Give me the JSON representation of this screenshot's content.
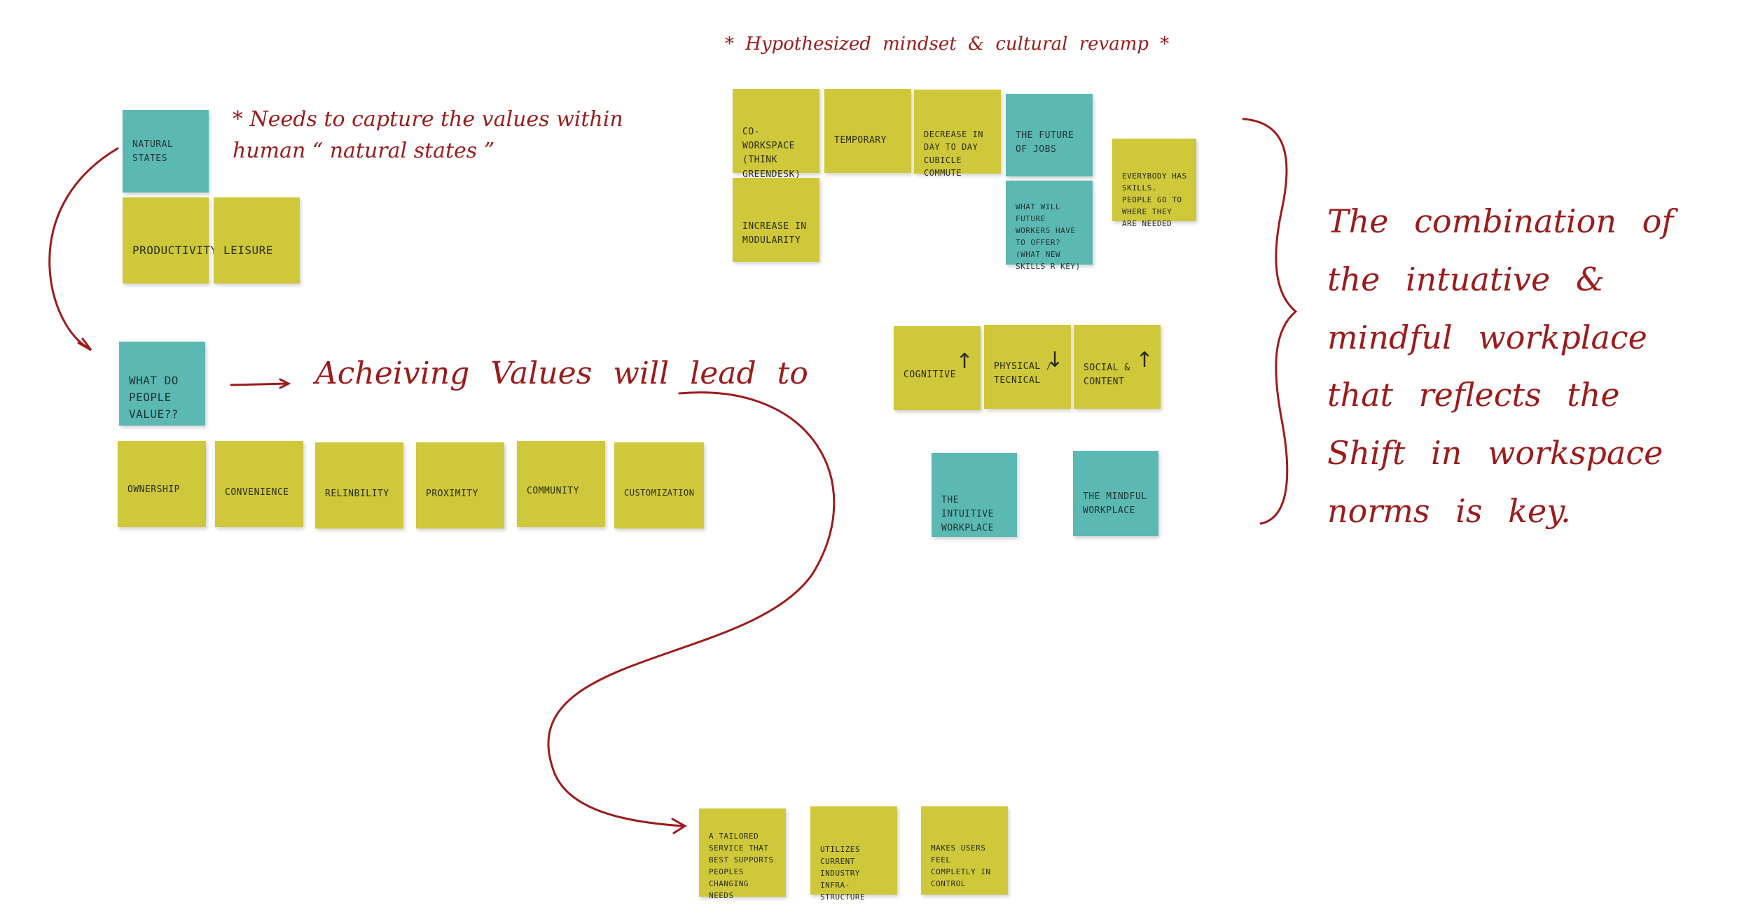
{
  "colors": {
    "yellow_note": "#cfc83a",
    "teal_note": "#5cb8b2",
    "ink": "#9b1c1c",
    "background": "#ffffff"
  },
  "annotations": {
    "natural_states_note": "* Needs to capture the values within human “ natural states ”",
    "achieving_values": "Acheiving Values will lead to",
    "hypothesized_title": "* Hypothesized mindset & cultural revamp *",
    "combination_statement": "The combination of the intuative & mindful workplace that reflects the Shift in workspace norms is key."
  },
  "values_section": {
    "natural_states": "NATURAL STATES",
    "productivity": "PRODUCTIVITY",
    "leisure": "LEISURE",
    "what_do_people_value": "WHAT DO PEOPLE VALUE??",
    "values": [
      "OWNERSHIP",
      "CONVENIENCE",
      "RELINBILITY",
      "PROXIMITY",
      "COMMUNITY",
      "CUSTOMIZATION"
    ]
  },
  "mindset_section": {
    "co_workspace": "CO-WORKSPACE (think greendesk)",
    "temporary": "TEMPORARY",
    "decrease_commute": "DECREASE IN DAY TO DAY CUBICLE COMMUTE",
    "future_of_jobs": "THE FUTURE OF JOBS",
    "everybody_has_skills": "EVERYBODY HAS SKILLS. PEOPLE GO TO WHERE THEY ARE NEEDED",
    "increase_modularity": "INCREASE IN MODULARITY",
    "future_workers_offer": "WHAT WILL FUTURE WORKERS HAVE TO OFFER? (what new skills r key)"
  },
  "workplace_section": {
    "cognitive": "COGNITIVE",
    "cognitive_arrow": "↑",
    "physical": "PHYSICAL / TECNICAL",
    "physical_arrow": "↓",
    "social": "SOCIAL & CONTENT",
    "social_arrow": "↑",
    "intuitive_workplace": "THE INTUITIVE WORKPLACE",
    "mindful_workplace": "THE MINDFUL WORKPLACE"
  },
  "outcomes_section": {
    "tailored_service": "A TAILORED SERVICE THAT BEST SUPPORTS PEOPLES CHANGING NEEDS",
    "utilizes_infrastructure": "UTILIZES CURRENT INDUSTRY INFRA- STRUCTURE",
    "feel_in_control": "MAKES USERS FEEL COMPLETLY IN CONTROL"
  }
}
